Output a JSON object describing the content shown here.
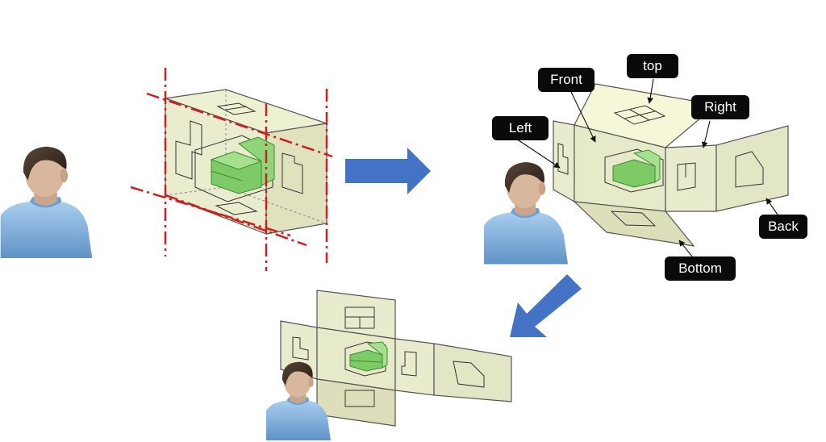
{
  "labels": {
    "front": "Front",
    "top": "top",
    "left": "Left",
    "right": "Right",
    "back": "Back",
    "bottom": "Bottom"
  },
  "colors": {
    "panel_fill": "#e8ebcc",
    "panel_fill_light": "#f5f7d8",
    "panel_stroke": "#6b6b55",
    "object_green": "#8fd67a",
    "object_green_dark": "#5cae4a",
    "arrow_blue": "#4472c4",
    "projection_red": "#cc1f1f",
    "label_bg": "#0a0a0a",
    "label_text": "#ffffff",
    "skin": "#d9b79c",
    "hair": "#3a2c22",
    "shirt": "#7fb3df"
  },
  "icons": {
    "viewer": "viewer-person-icon",
    "arrow": "blue-arrow-icon"
  }
}
